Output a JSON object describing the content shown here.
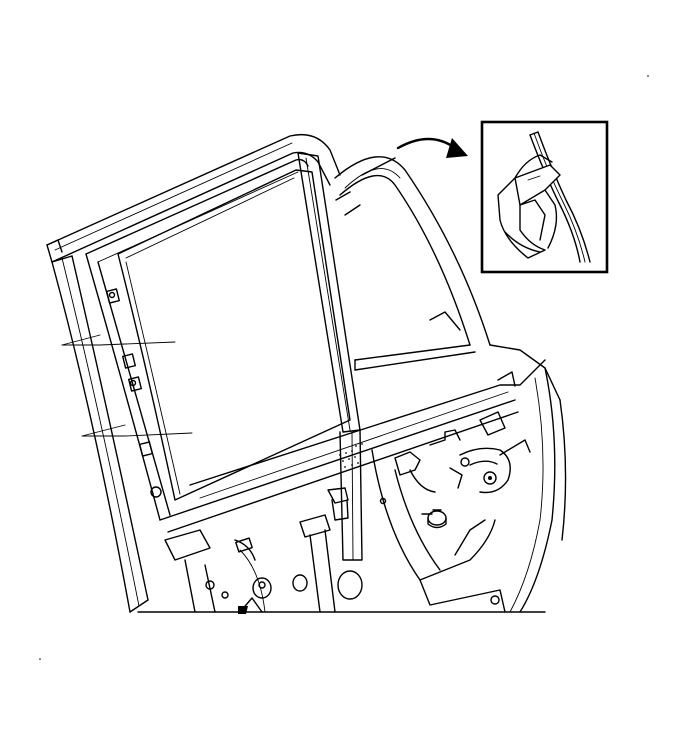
{
  "diagram": {
    "colors": {
      "line": "#000000",
      "background": "#ffffff"
    },
    "parts": [
      {
        "id": "door-frame",
        "kind": "line-art"
      },
      {
        "id": "window-glass-opening",
        "kind": "line-art"
      },
      {
        "id": "front-glass-run-channel",
        "kind": "line-art"
      },
      {
        "id": "rear-quarter-window",
        "kind": "line-art"
      },
      {
        "id": "inner-door-panel",
        "kind": "line-art"
      },
      {
        "id": "window-regulator",
        "kind": "line-art"
      },
      {
        "id": "retaining-bolt",
        "kind": "line-art"
      },
      {
        "id": "detail-inset-clip",
        "kind": "line-art"
      },
      {
        "id": "direction-arrow",
        "kind": "callout"
      },
      {
        "id": "leader-line-upper",
        "kind": "callout"
      },
      {
        "id": "leader-line-lower",
        "kind": "callout"
      }
    ]
  }
}
